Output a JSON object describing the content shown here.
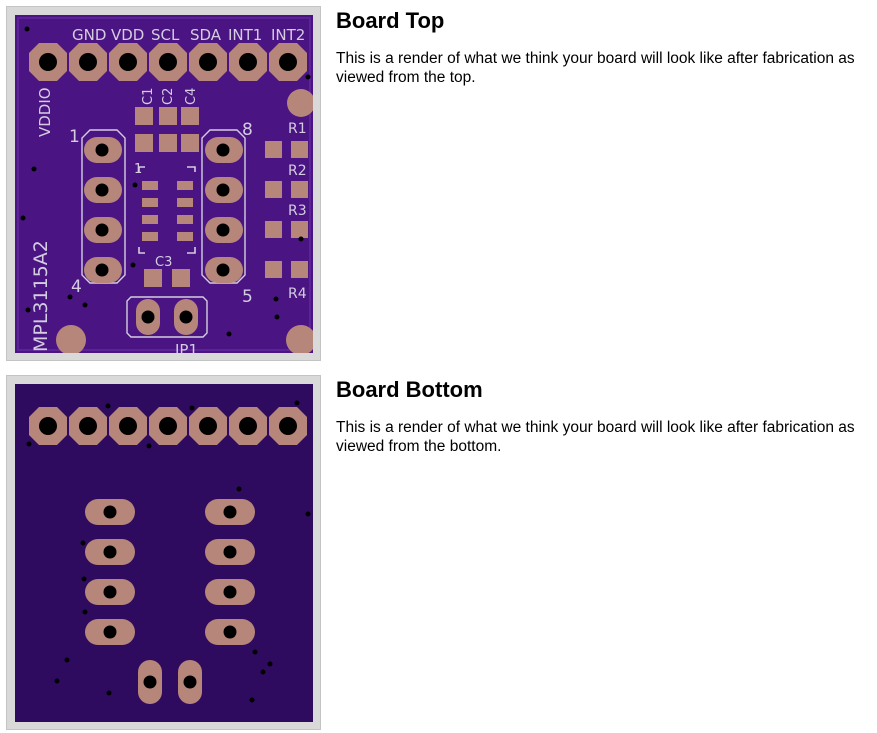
{
  "sections": [
    {
      "title": "Board Top",
      "description": "This is a render of what we think your board will look like after fabrication as viewed from the top."
    },
    {
      "title": "Board Bottom",
      "description": "This is a render of what we think your board will look like after fabrication as viewed from the bottom."
    }
  ],
  "board_top": {
    "header_pins": [
      "GND",
      "VDD",
      "SCL",
      "SDA",
      "INT1",
      "INT2"
    ],
    "vddio_label": "VDDIO",
    "chip_label": "MPL3115A2",
    "cap_labels": [
      "C1",
      "C2",
      "C4"
    ],
    "c3_label": "C3",
    "resistor_labels": [
      "R1",
      "R2",
      "R3",
      "R4"
    ],
    "pin_numbers": [
      "1",
      "8",
      "4",
      "5"
    ],
    "ic_pin1": "1",
    "jumper_label": "JP1"
  },
  "colors": {
    "board": "#4a1583",
    "board_dark": "#2f0b60",
    "pad": "#b7867a",
    "silk": "#d4cde0",
    "frame": "#d9d9d9"
  }
}
